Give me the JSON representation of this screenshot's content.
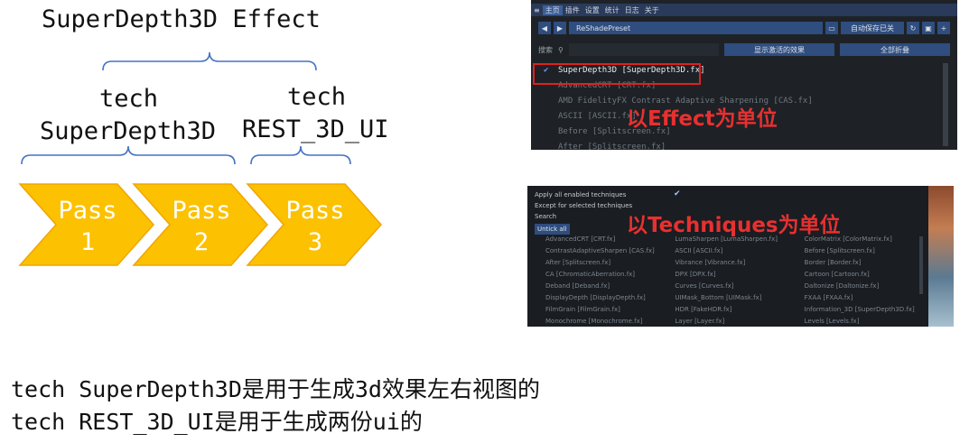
{
  "diagram": {
    "effect_label": "SuperDepth3D Effect",
    "tech1_line1": "tech",
    "tech1_line2": "SuperDepth3D",
    "tech2_line1": "tech",
    "tech2_line2": "REST_3D_UI",
    "passes": [
      {
        "line1": "Pass",
        "line2": "1"
      },
      {
        "line1": "Pass",
        "line2": "2"
      },
      {
        "line1": "Pass",
        "line2": "3"
      }
    ],
    "colors": {
      "pass_fill": "#fcc100",
      "pass_stroke": "#f0a500",
      "brace": "#4472c4"
    }
  },
  "screenshot1": {
    "tabs": [
      "主页",
      "插件",
      "设置",
      "统计",
      "日志",
      "关于"
    ],
    "preset": "ReShadePreset",
    "auto_save": "自动保存已关",
    "search_label": "搜索",
    "btn_active_only": "显示激活的效果",
    "btn_collapse": "全部折叠",
    "effects": [
      "SuperDepth3D [SuperDepth3D.fx]",
      "AdvancedCRT [CRT.fx]",
      "AMD FidelityFX Contrast Adaptive Sharpening [CAS.fx]",
      "ASCII [ASCII.fx]",
      "Before [Splitscreen.fx]",
      "After [Splitscreen.fx]"
    ],
    "annotation": "以Effect为单位"
  },
  "screenshot2": {
    "top_lines": [
      "Apply all enabled techniques",
      "Except for selected techniques",
      "Search"
    ],
    "untick": "Untick all",
    "annotation": "以Techniques为单位",
    "techniques": [
      "AdvancedCRT [CRT.fx]",
      "LumaSharpen [LumaSharpen.fx]",
      "ColorMatrix [ColorMatrix.fx]",
      "ContrastAdaptiveSharpen [CAS.fx]",
      "ASCII [ASCII.fx]",
      "Before [Splitscreen.fx]",
      "After [Splitscreen.fx]",
      "Vibrance [Vibrance.fx]",
      "Border [Border.fx]",
      "CA [ChromaticAberration.fx]",
      "DPX [DPX.fx]",
      "Cartoon [Cartoon.fx]",
      "Deband [Deband.fx]",
      "Curves [Curves.fx]",
      "Daltonize [Daltonize.fx]",
      "DisplayDepth [DisplayDepth.fx]",
      "UIMask_Bottom [UIMask.fx]",
      "FXAA [FXAA.fx]",
      "FilmGrain [FilmGrain.fx]",
      "HDR [FakeHDR.fx]",
      "Information_3D [SuperDepth3D.fx]",
      "Monochrome [Monochrome.fx]",
      "Layer [Layer.fx]",
      "Levels [Levels.fx]"
    ]
  },
  "notes": [
    "tech SuperDepth3D是用于生成3d效果左右视图的",
    "tech REST_3D_UI是用于生成两份ui的"
  ]
}
